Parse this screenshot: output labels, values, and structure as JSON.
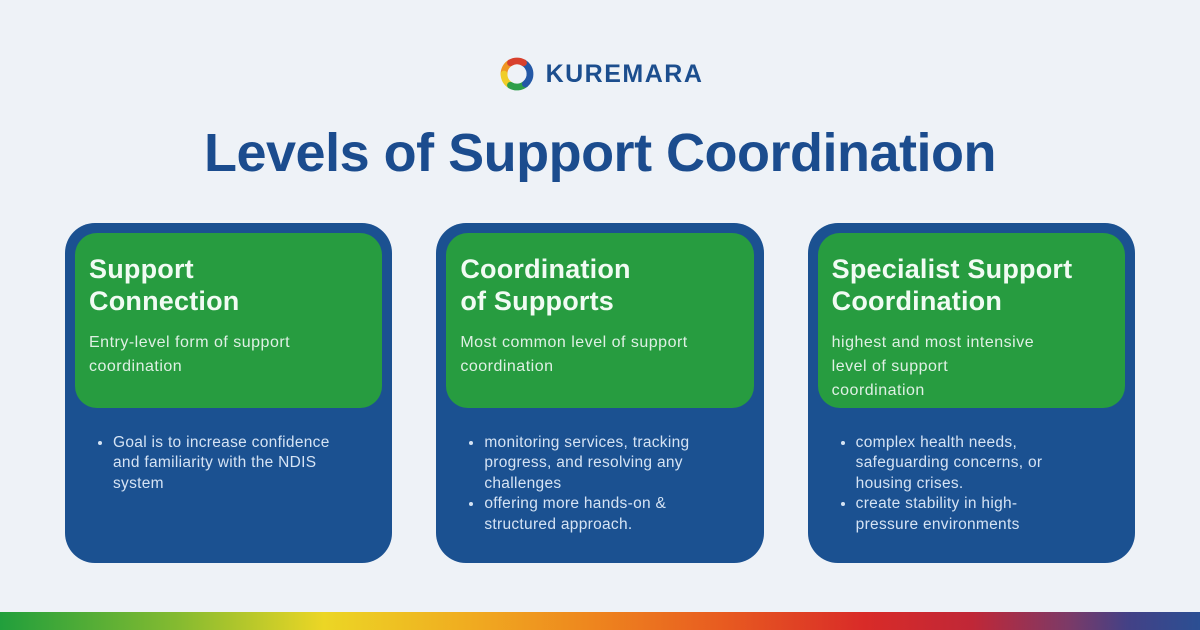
{
  "logo": {
    "brand": "KUREMARA",
    "icon": "swirl-logo-icon",
    "icon_colors": {
      "red": "#d8402d",
      "blue": "#2458a6",
      "green": "#2f9f49",
      "yellow": "#f0cd27",
      "orange": "#ef9622"
    }
  },
  "title": {
    "text": "Levels of Support Coordination"
  },
  "cards": [
    {
      "title": "Support\nConnection",
      "subtitle": "Entry-level form of support\ncoordination",
      "bullets": [
        "Goal is to increase confidence\nand familiarity with the NDIS\nsystem"
      ]
    },
    {
      "title": "Coordination\nof Supports",
      "subtitle": "Most common level of support\ncoordination",
      "bullets": [
        "monitoring services, tracking\nprogress, and resolving any\nchallenges",
        "offering more hands-on &\nstructured approach."
      ]
    },
    {
      "title": "Specialist Support\nCoordination",
      "subtitle": "highest and most intensive\nlevel of support\ncoordination",
      "bullets": [
        "complex health needs,\nsafeguarding concerns, or\nhousing crises.",
        "create stability in high-\npressure environments"
      ]
    }
  ],
  "colors": {
    "background": "#eef2f7",
    "card_blue": "#1b5191",
    "header_green": "#279c40",
    "title_blue": "#1b4c8e",
    "brand_text": "#1c4e8e",
    "card_title_text": "#f1fbf3",
    "card_subtitle_text": "#dff0e4",
    "bullet_text": "#d5e3f4"
  },
  "footer": {
    "gradient": [
      "#219f3c 0%",
      "#86bb30 15%",
      "#ecd625 27%",
      "#f0ac20 39%",
      "#ee871e 49%",
      "#e85c20 60%",
      "#d92b28 72%",
      "#c02737 81%",
      "#7c3a67 89%",
      "#434186 94%",
      "#2b4f93 100%"
    ]
  }
}
